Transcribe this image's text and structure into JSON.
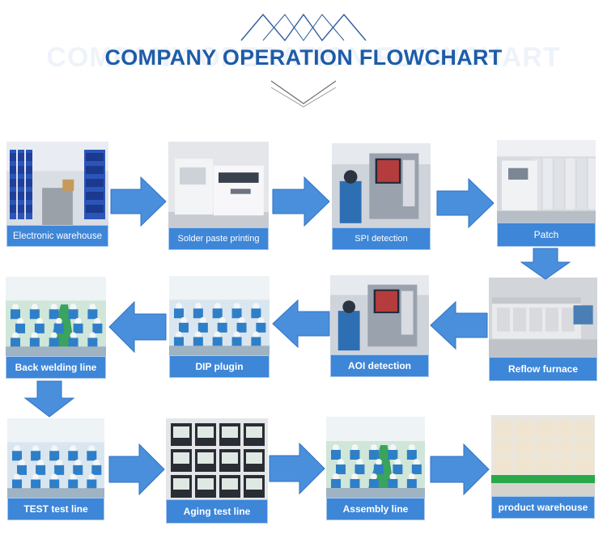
{
  "header": {
    "title": "COMPANY OPERATION FLOWCHART",
    "ghost_title": "COMPANY OPERATION FLOWCHART"
  },
  "colors": {
    "title": "#1e5ca8",
    "label_bg": "#3d86d8",
    "arrow": "#4a8fdc",
    "arrow_stroke": "#2f73c4"
  },
  "steps": [
    {
      "id": "electronic-warehouse",
      "label": "Electronic warehouse",
      "scene": "warehouse"
    },
    {
      "id": "solder-paste-printing",
      "label": "Solder paste printing",
      "scene": "machine-white"
    },
    {
      "id": "spi-detection",
      "label": "SPI detection",
      "scene": "machine-screen"
    },
    {
      "id": "patch",
      "label": "Patch",
      "scene": "machine-line"
    },
    {
      "id": "reflow-furnace",
      "label": "Reflow furnace",
      "scene": "oven"
    },
    {
      "id": "aoi-detection",
      "label": "AOI detection",
      "scene": "machine-screen"
    },
    {
      "id": "dip-plugin",
      "label": "DIP plugin",
      "scene": "workers"
    },
    {
      "id": "back-welding-line",
      "label": "Back welding line",
      "scene": "workers-hall"
    },
    {
      "id": "test-test-line",
      "label": "TEST test line",
      "scene": "workers"
    },
    {
      "id": "aging-test-line",
      "label": "Aging test line",
      "scene": "meters"
    },
    {
      "id": "assembly-line",
      "label": "Assembly line",
      "scene": "workers-hall"
    },
    {
      "id": "product-warehouse",
      "label": "product warehouse",
      "scene": "boxes"
    }
  ]
}
